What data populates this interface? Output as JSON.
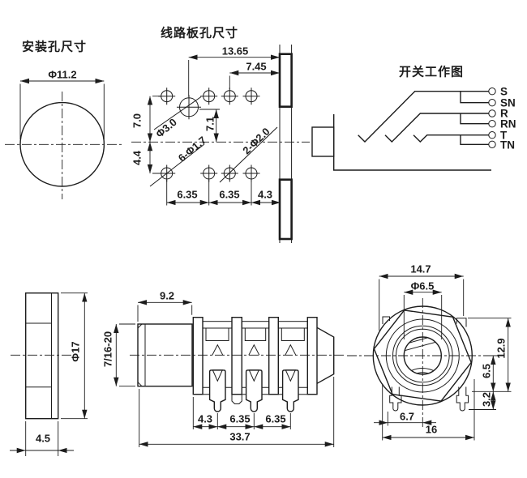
{
  "drawing": {
    "colors": {
      "line": "#1c1c1c",
      "background": "#ffffff"
    },
    "views": {
      "mounting_hole": {
        "title": "安装孔尺寸",
        "diameter": "Φ11.2"
      },
      "pcb_holes": {
        "title": "线路板孔尺寸",
        "dim_13_65": "13.65",
        "dim_7_45": "7.45",
        "dim_7_0": "7.0",
        "dim_4_4": "4.4",
        "dim_7_1": "7.1",
        "label_big_hole": "Φ3.0",
        "label_six_holes": "6-Φ1.7",
        "label_two_holes": "2-Φ2.0",
        "dim_6_35_a": "6.35",
        "dim_6_35_b": "6.35",
        "dim_4_3": "4.3"
      },
      "switch_diagram": {
        "title": "开关工作图",
        "terminals": [
          "S",
          "SN",
          "R",
          "RN",
          "T",
          "TN"
        ]
      },
      "nut_side": {
        "dim_phi17": "Φ17",
        "dim_4_5": "4.5"
      },
      "body_side": {
        "dim_9_2": "9.2",
        "thread": "7/16-20",
        "dim_4_3": "4.3",
        "dim_6_35_a": "6.35",
        "dim_6_35_b": "6.35",
        "dim_33_7": "33.7"
      },
      "front": {
        "dim_14_7": "14.7",
        "dim_phi6_5": "Φ6.5",
        "dim_12_9": "12.9",
        "dim_6_5": "6.5",
        "dim_3_2": "3.2",
        "dim_6_7": "6.7",
        "dim_16": "16"
      }
    }
  }
}
